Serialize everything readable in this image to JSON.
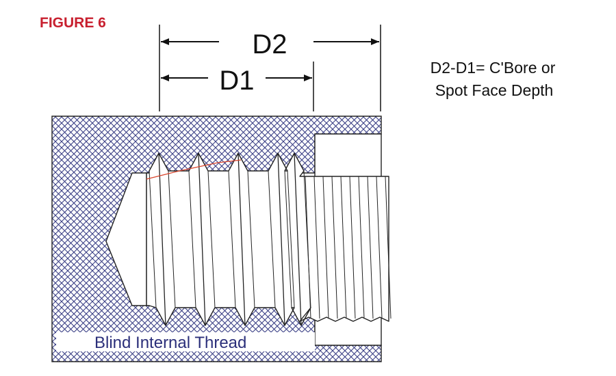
{
  "figure_label": "FIGURE 6",
  "dimensions": {
    "outer": "D2",
    "inner": "D1"
  },
  "note": {
    "line1": "D2-D1= C'Bore or",
    "line2": "Spot Face Depth"
  },
  "caption": "Blind Internal Thread",
  "colors": {
    "figure_label": "#c8202f",
    "hatch": "#3a3f86",
    "line": "#222222",
    "thread_highlight": "#d9442b",
    "caption": "#2b2f7a"
  }
}
